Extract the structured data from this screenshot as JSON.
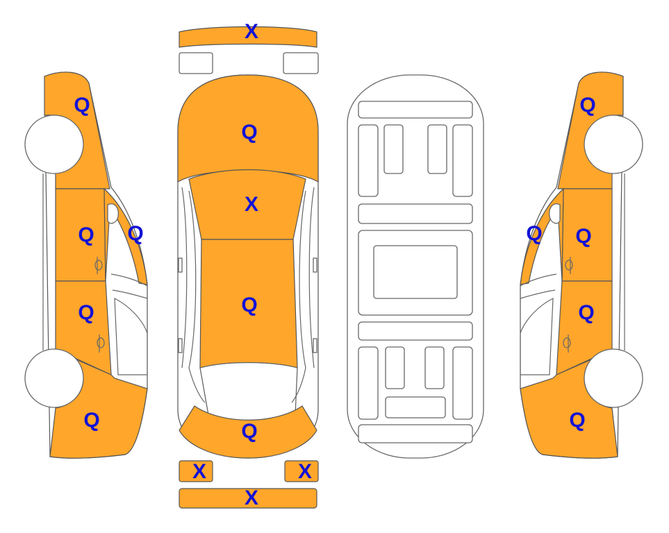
{
  "colors": {
    "marked": "#FFA62B",
    "unmarked": "#FFFFFF",
    "label": "#1212D6",
    "outline": "#555555"
  },
  "marks": {
    "front_bumper": "X",
    "hood": "Q",
    "windshield": "X",
    "roof": "Q",
    "trunk": "Q",
    "rear_left_corner": "X",
    "rear_right_corner": "X",
    "rear_bumper": "X",
    "left_front_fender": "Q",
    "left_front_door": "Q",
    "left_a_pillar": "Q",
    "left_rear_door": "Q",
    "left_rear_quarter": "Q",
    "right_front_fender": "Q",
    "right_front_door": "Q",
    "right_a_pillar": "Q",
    "right_rear_door": "Q",
    "right_rear_quarter": "Q"
  }
}
